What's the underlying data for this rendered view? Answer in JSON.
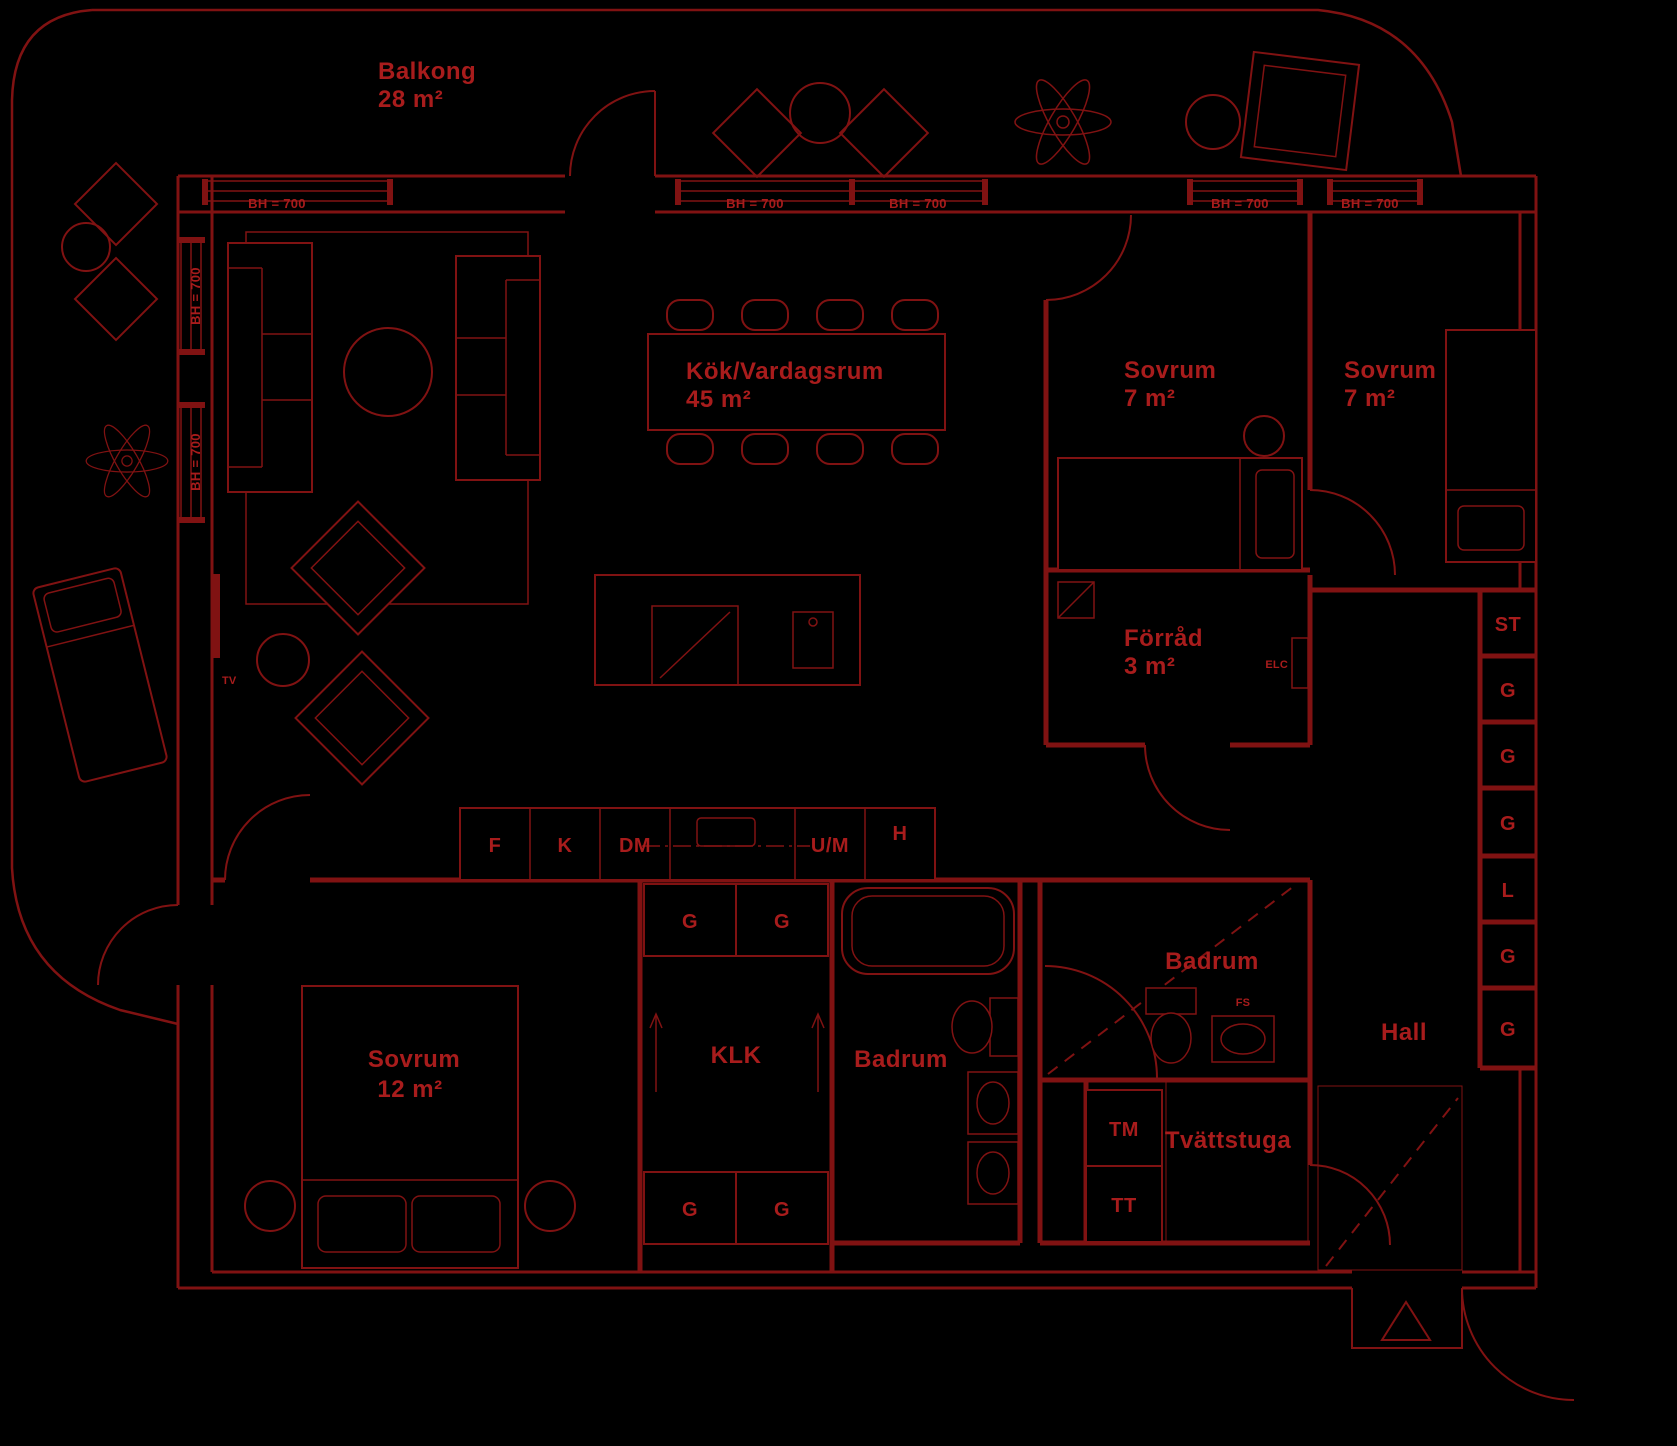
{
  "meta": {
    "type": "floor-plan",
    "language": "sv"
  },
  "colors": {
    "background": "#000000",
    "line": "#801212",
    "text": "#a81c1c"
  },
  "rooms": {
    "balkong": {
      "name": "Balkong",
      "area": "28 m²"
    },
    "kok_vardagsrum": {
      "name": "Kök/Vardagsrum",
      "area": "45 m²"
    },
    "sovrum_ne": {
      "name": "Sovrum",
      "area": "7 m²"
    },
    "sovrum_e": {
      "name": "Sovrum",
      "area": "7 m²"
    },
    "forrad": {
      "name": "Förråd",
      "area": "3 m²"
    },
    "sovrum_sw": {
      "name": "Sovrum",
      "area": "12 m²"
    },
    "klk": {
      "name": "KLK"
    },
    "badrum_s": {
      "name": "Badrum"
    },
    "badrum_e": {
      "name": "Badrum"
    },
    "tvattstuga": {
      "name": "Tvättstuga"
    },
    "hall": {
      "name": "Hall"
    }
  },
  "fixtures": {
    "window_label": "BH = 700",
    "fridge": "F",
    "freezer": "K",
    "dishwasher": "DM",
    "oven_microwave": "U/M",
    "hood": "H",
    "wardrobe": "G",
    "tall_cabinet": "ST",
    "linen_cabinet": "L",
    "tv": "TV",
    "elc": "ELC",
    "fs": "FS",
    "washing_machine": "TM",
    "dryer": "TT"
  }
}
